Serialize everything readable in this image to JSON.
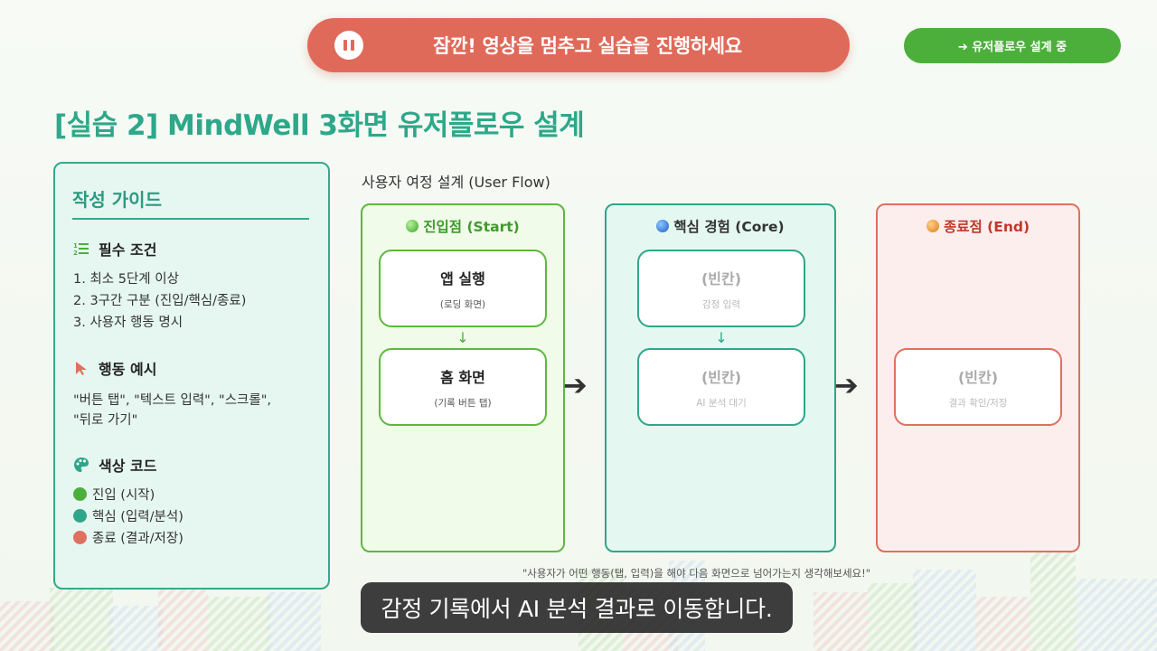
{
  "banner": {
    "text": "잠깐! 영상을 멈추고 실습을 진행하세요",
    "color": "#e06a5a"
  },
  "status_pill": {
    "text": "➔ 유저플로우 설계 중",
    "color": "#4caf3c"
  },
  "page_title": "[실습 2] MindWell 3화면 유저플로우 설계",
  "guide": {
    "title": "작성 가이드",
    "requirements": {
      "heading": "필수 조건",
      "items": [
        "1. 최소 5단계 이상",
        "2. 3구간 구분 (진입/핵심/종료)",
        "3. 사용자 행동 명시"
      ]
    },
    "actions": {
      "heading": "행동 예시",
      "lines": [
        "\"버튼 탭\", \"텍스트 입력\", \"스크롤\",",
        "\"뒤로 가기\""
      ]
    },
    "colors": {
      "heading": "색상 코드",
      "items": [
        {
          "label": "진입 (시작)",
          "color": "#4caf3c"
        },
        {
          "label": "핵심 (입력/분석)",
          "color": "#2fa68a"
        },
        {
          "label": "종료 (결과/저장)",
          "color": "#e0705f"
        }
      ]
    }
  },
  "flow": {
    "label": "사용자 여정 설계 (User Flow)",
    "start": {
      "heading": "진입점 (Start)",
      "nodes": [
        {
          "main": "앱 실행",
          "sub": "(로딩 화면)"
        },
        {
          "main": "홈 화면",
          "sub": "(기록 버튼 탭)"
        }
      ]
    },
    "core": {
      "heading": "핵심 경험 (Core)",
      "nodes": [
        {
          "main": "(빈칸)",
          "sub": "감정 입력"
        },
        {
          "main": "(빈칸)",
          "sub": "AI 분석 대기"
        }
      ]
    },
    "end": {
      "heading": "종료점 (End)",
      "nodes": [
        {
          "main": "(빈칸)",
          "sub": "결과 확인/저장"
        }
      ]
    },
    "down_arrow": "↓",
    "right_arrow": "➔"
  },
  "hint": "\"사용자가 어떤 행동(탭, 입력)을 해야 다음 화면으로 넘어가는지 생각해보세요!\"",
  "subtitle": "감정 기록에서 AI 분석 결과로 이동합니다."
}
